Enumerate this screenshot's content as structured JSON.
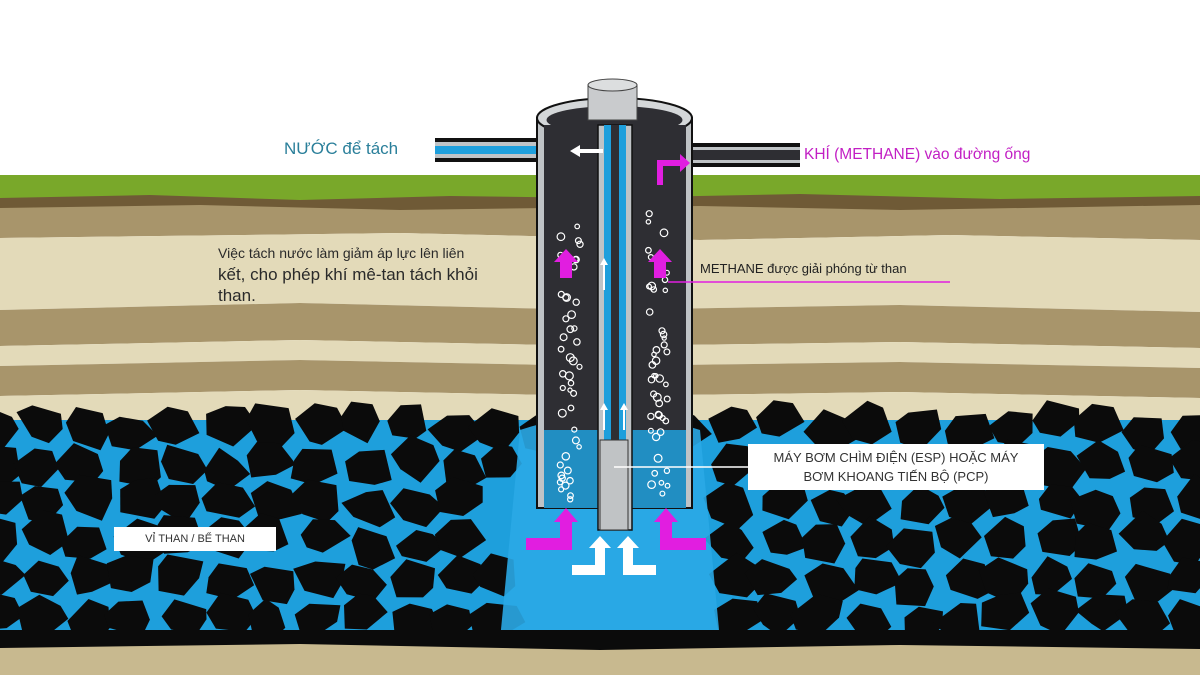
{
  "labels": {
    "water_out": "NƯỚC để tách",
    "gas_out": "KHÍ (METHANE) vào đường ống",
    "explanation_line1": "Việc tách nước làm giảm áp lực lên liên",
    "explanation_line2": "kết, cho phép khí mê-tan tách khỏi",
    "explanation_line3": "than.",
    "methane_released": "METHANE được giải phóng từ than",
    "pump_line1": "MÁY BƠM CHÌM ĐIỆN (ESP) HOẶC MÁY",
    "pump_line2": "BƠM KHOANG TIẾN BỘ (PCP)",
    "coal_seam": "VỈ THAN / BỂ THAN"
  },
  "colors": {
    "grass": "#79a82a",
    "soil_dark": "#6f5a36",
    "soil_tan": "#a8956b",
    "soil_light": "#e3dab9",
    "water": "#1e9fdc",
    "coal": "#0b0b0b",
    "gas_arrow": "#e11ee0",
    "water_label": "#2a7f9a"
  }
}
